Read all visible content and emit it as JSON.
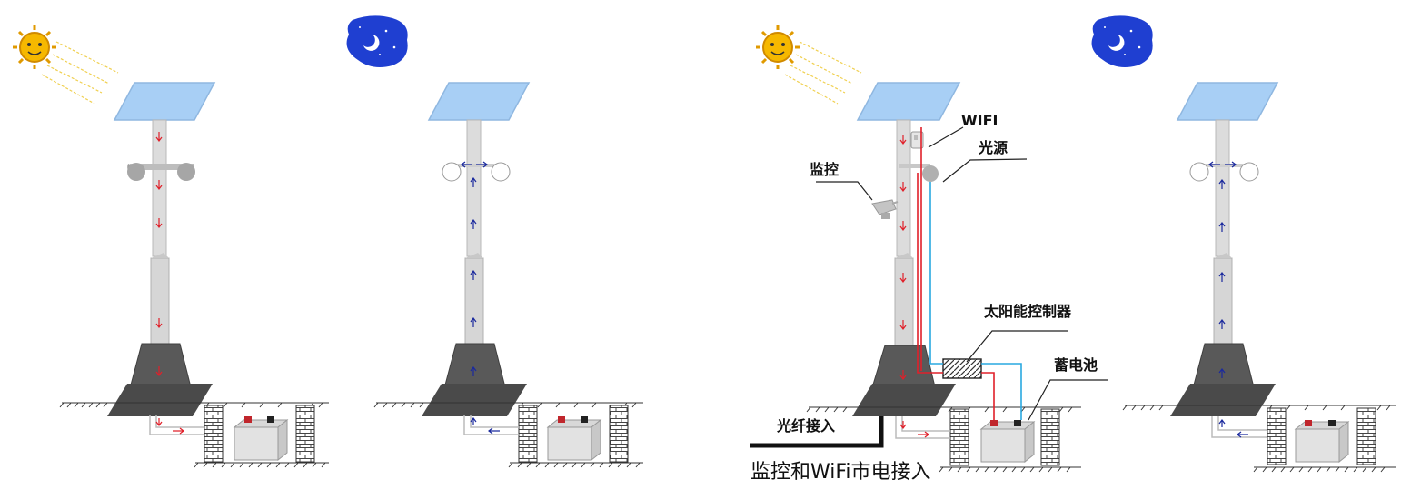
{
  "labels": {
    "wifi": "WIFI",
    "light_source": "光源",
    "monitor": "监控",
    "solar_controller": "太阳能控制器",
    "battery": "蓄电池",
    "fiber_access": "光纤接入",
    "mains_access": "监控和WiFi市电接入"
  },
  "colors": {
    "panel": "#a8cff5",
    "pole": "#d9d9d9",
    "base": "#595959",
    "day_arrow": "#e0202a",
    "night_arrow": "#1b2a9e",
    "red_wire": "#e0202a",
    "blue_wire": "#29a8e0",
    "moon_sky": "#1f3fd1",
    "sun": "#f4b400"
  },
  "icons": [
    "sun-icon",
    "moon-icon",
    "solar-panel-icon",
    "battery-icon",
    "camera-icon",
    "wifi-ap-icon"
  ]
}
